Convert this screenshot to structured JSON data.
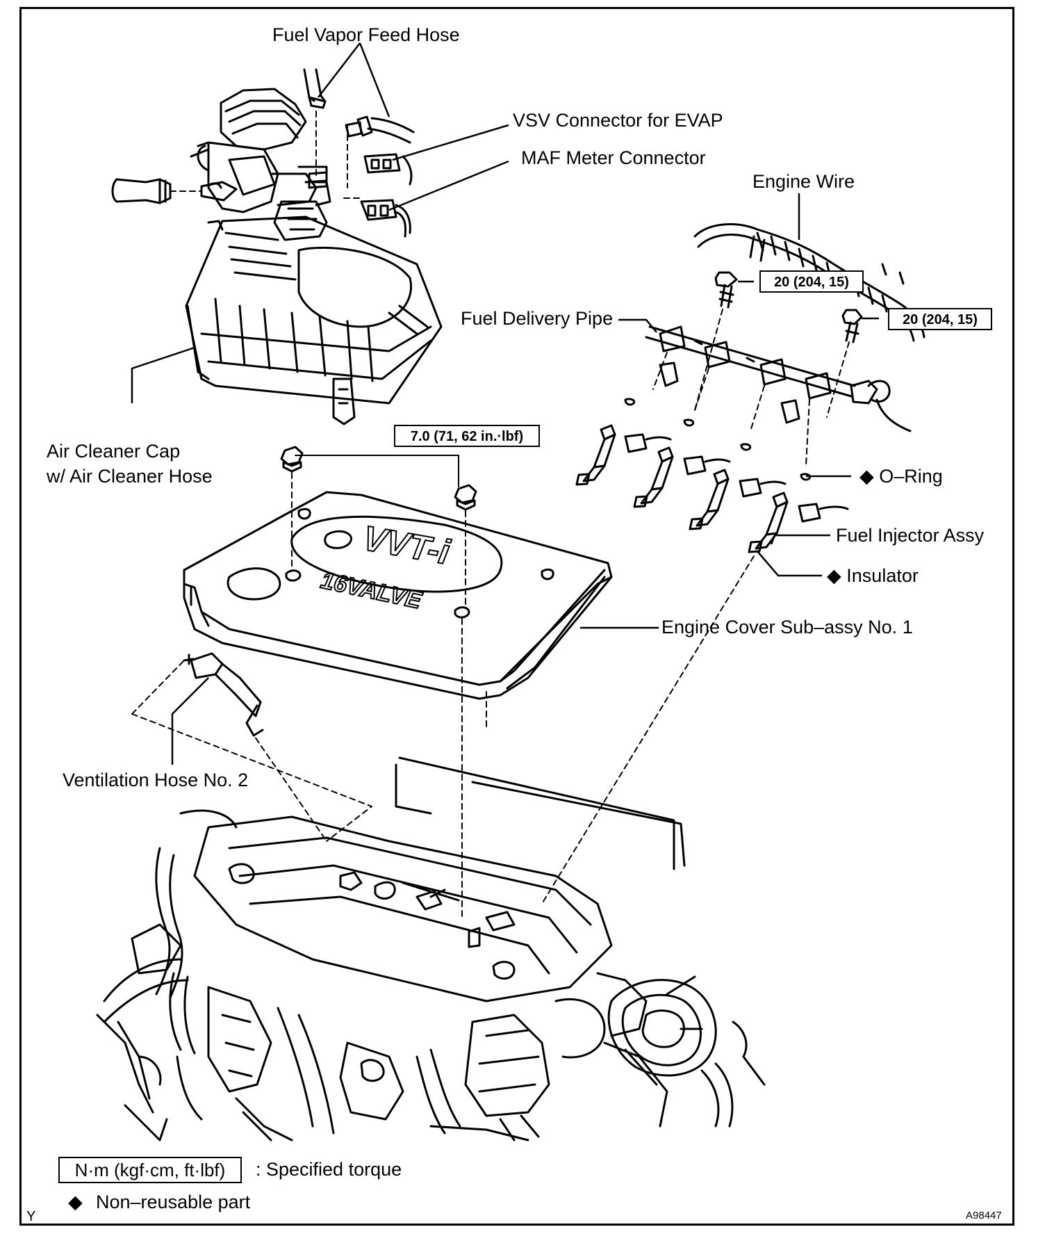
{
  "labels": {
    "fuel_vapor_feed_hose": "Fuel Vapor Feed Hose",
    "vsv_connector": "VSV Connector for EVAP",
    "maf_meter_connector": "MAF Meter Connector",
    "engine_wire": "Engine Wire",
    "fuel_delivery_pipe": "Fuel Delivery Pipe",
    "air_cleaner_cap_line1": "Air Cleaner Cap",
    "air_cleaner_cap_line2": "w/ Air Cleaner Hose",
    "o_ring": "O–Ring",
    "fuel_injector_assy": "Fuel Injector Assy",
    "insulator": "Insulator",
    "engine_cover": "Engine Cover Sub–assy No. 1",
    "ventilation_hose": "Ventilation Hose No. 2"
  },
  "torques": {
    "delivery_pipe_bolt_1": "20 (204, 15)",
    "delivery_pipe_bolt_2": "20 (204, 15)",
    "engine_cover_nut": "7.0 (71, 62 in.·lbf)"
  },
  "legend": {
    "torque_unit_box": "N·m (kgf·cm, ft·lbf)",
    "torque_meaning": ": Specified torque",
    "non_reusable": "Non–reusable part",
    "diamond_symbol": "◆"
  },
  "footer": {
    "left_code": "Y",
    "figure_code": "A98447"
  },
  "cover_text": {
    "logo": "VVT-i",
    "valve": "16VALVE"
  }
}
